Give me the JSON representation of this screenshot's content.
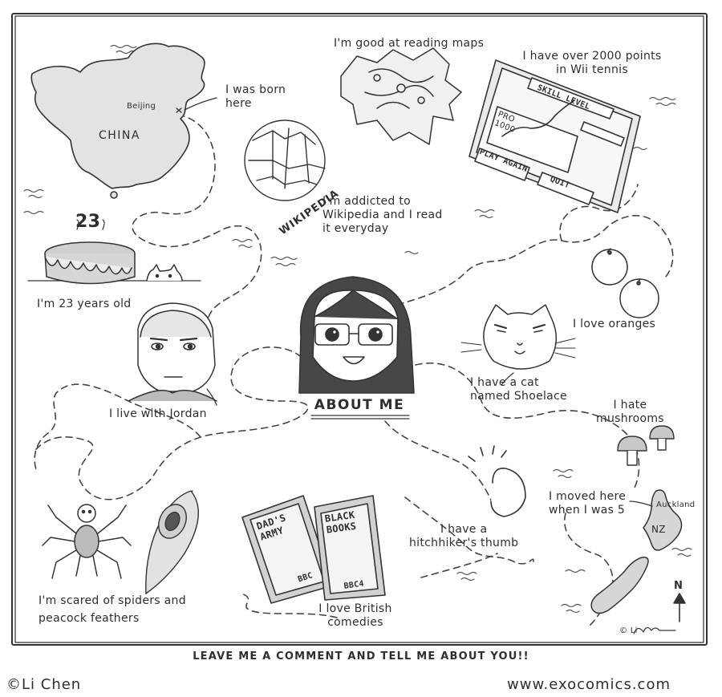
{
  "center": {
    "title": "ABOUT ME"
  },
  "facts": {
    "born": "I was born\nhere",
    "beijing": "Beijing",
    "china": "CHINA",
    "maps": "I'm good at reading maps",
    "wii": "I have over 2000 points\nin Wii tennis",
    "wii_skill": "SKILL LEVEL",
    "wii_pro": "PRO\n1000",
    "wii_play": "PLAY AGAIN",
    "wii_quit": "QUIT",
    "wikipedia_logo": "WIKIPEDIA",
    "wikipedia": "I'm addicted to\nWikipedia and I read\nit everyday",
    "age": "I'm 23 years old",
    "cake_number": "23",
    "oranges": "I love oranges",
    "cat": "I have a cat\nnamed Shoelace",
    "jordan": "I live with Jordan",
    "mushrooms": "I hate\nmushrooms",
    "moved": "I moved here\nwhen I was 5",
    "auckland": "Auckland",
    "nz": "NZ",
    "north": "N",
    "spiders": "I'm scared of spiders and\npeacock feathers",
    "book1": "DAD'S\nARMY",
    "book1_brand": "BBC",
    "book2": "BLACK\nBOOKS",
    "book2_brand": "BBC4",
    "comedies": "I love British\ncomedies",
    "thumb": "I have a\nhitchhiker's thumb",
    "signature": "© Li"
  },
  "footer": {
    "cta": "LEAVE ME A COMMENT AND TELL ME ABOUT YOU!!"
  },
  "credits": {
    "author": "©Li Chen",
    "website": "www.exocomics.com"
  }
}
